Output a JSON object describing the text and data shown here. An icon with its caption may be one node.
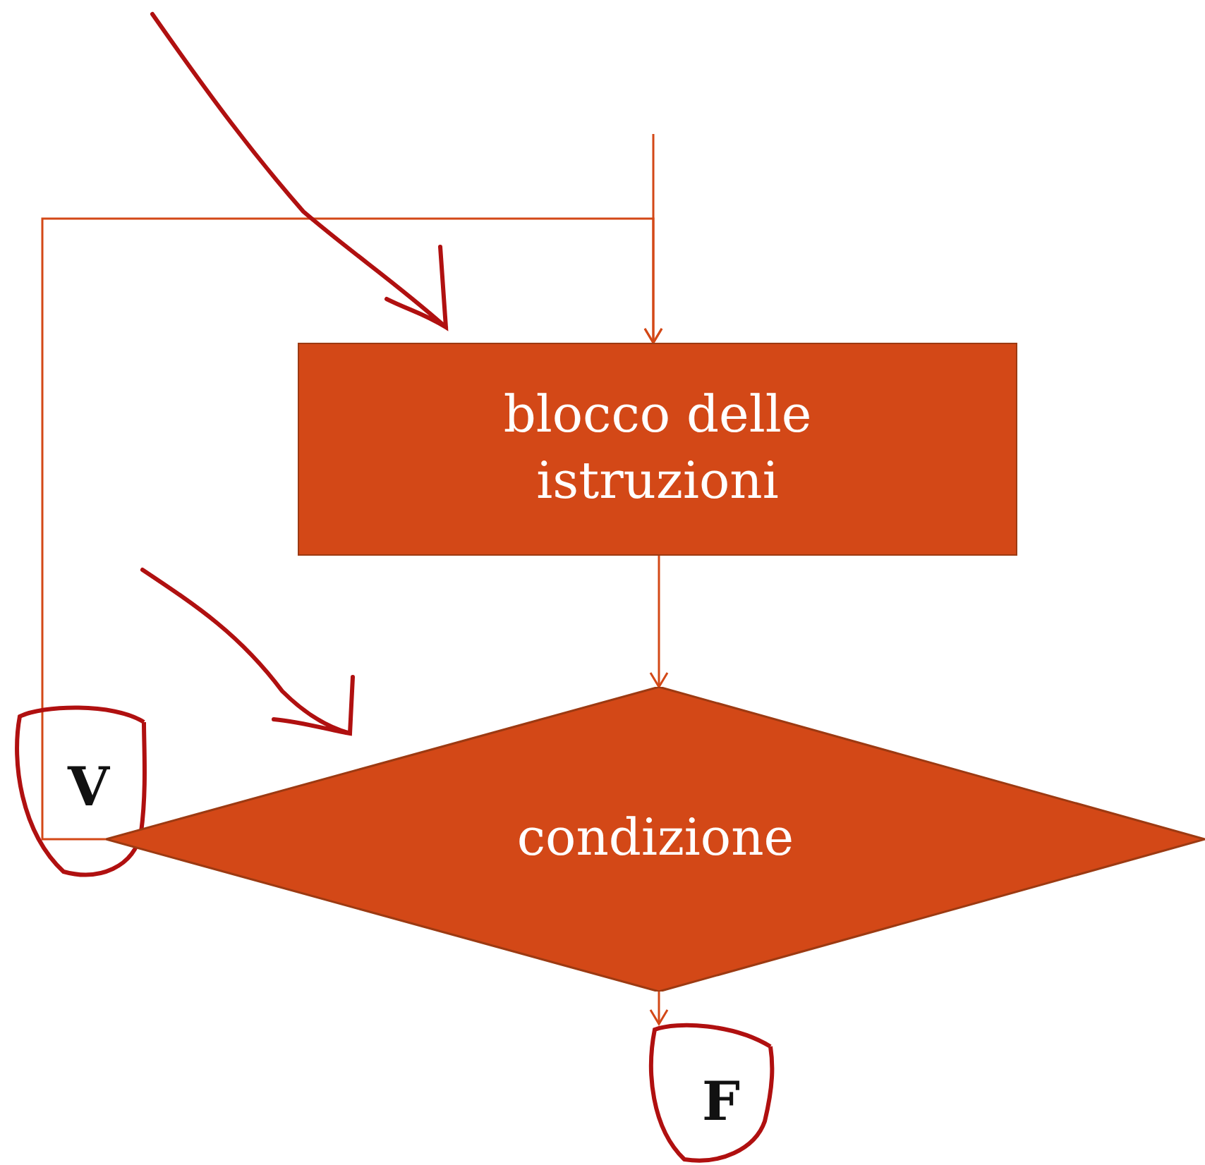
{
  "diagram": {
    "nodes": [
      {
        "text": [
          "blocco delle istruzioni"
        ]
      },
      {
        "text": [
          "condizione"
        ]
      },
      {
        "text": [
          "F"
        ]
      }
    ],
    "edges": [
      {
        "from": null,
        "to": 0,
        "arrow": "to"
      },
      {
        "from": 0,
        "to": 1,
        "arrow": "to"
      },
      {
        "from": 1,
        "to": 0,
        "arrow": "to"
      },
      {
        "from": 1,
        "to": 2,
        "arrow": "to"
      }
    ],
    "labels": [
      "V"
    ]
  }
}
